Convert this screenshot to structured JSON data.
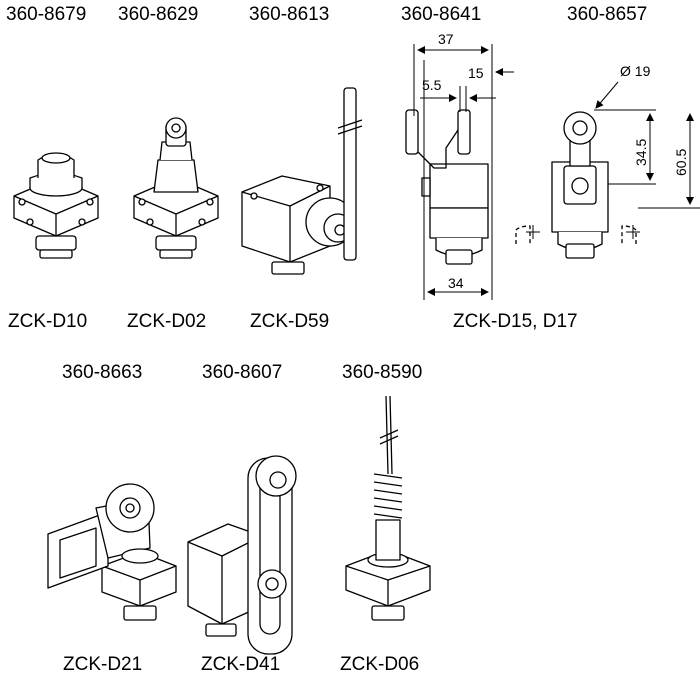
{
  "part_numbers_top": [
    "360-8679",
    "360-8629",
    "360-8613",
    "360-8641",
    "360-8657"
  ],
  "models_top": [
    "ZCK-D10",
    "ZCK-D02",
    "ZCK-D59",
    "ZCK-D15, D17"
  ],
  "part_numbers_bottom": [
    "360-8663",
    "360-8607",
    "360-8590"
  ],
  "models_bottom": [
    "ZCK-D21",
    "ZCK-D41",
    "ZCK-D06"
  ],
  "dimensions": {
    "overall_width": "37",
    "offset": "15",
    "roller_width": "5.5",
    "body_width": "34",
    "roller_diameter": "Ø 19",
    "roller_center_height": "34.5",
    "total_height": "60.5"
  }
}
